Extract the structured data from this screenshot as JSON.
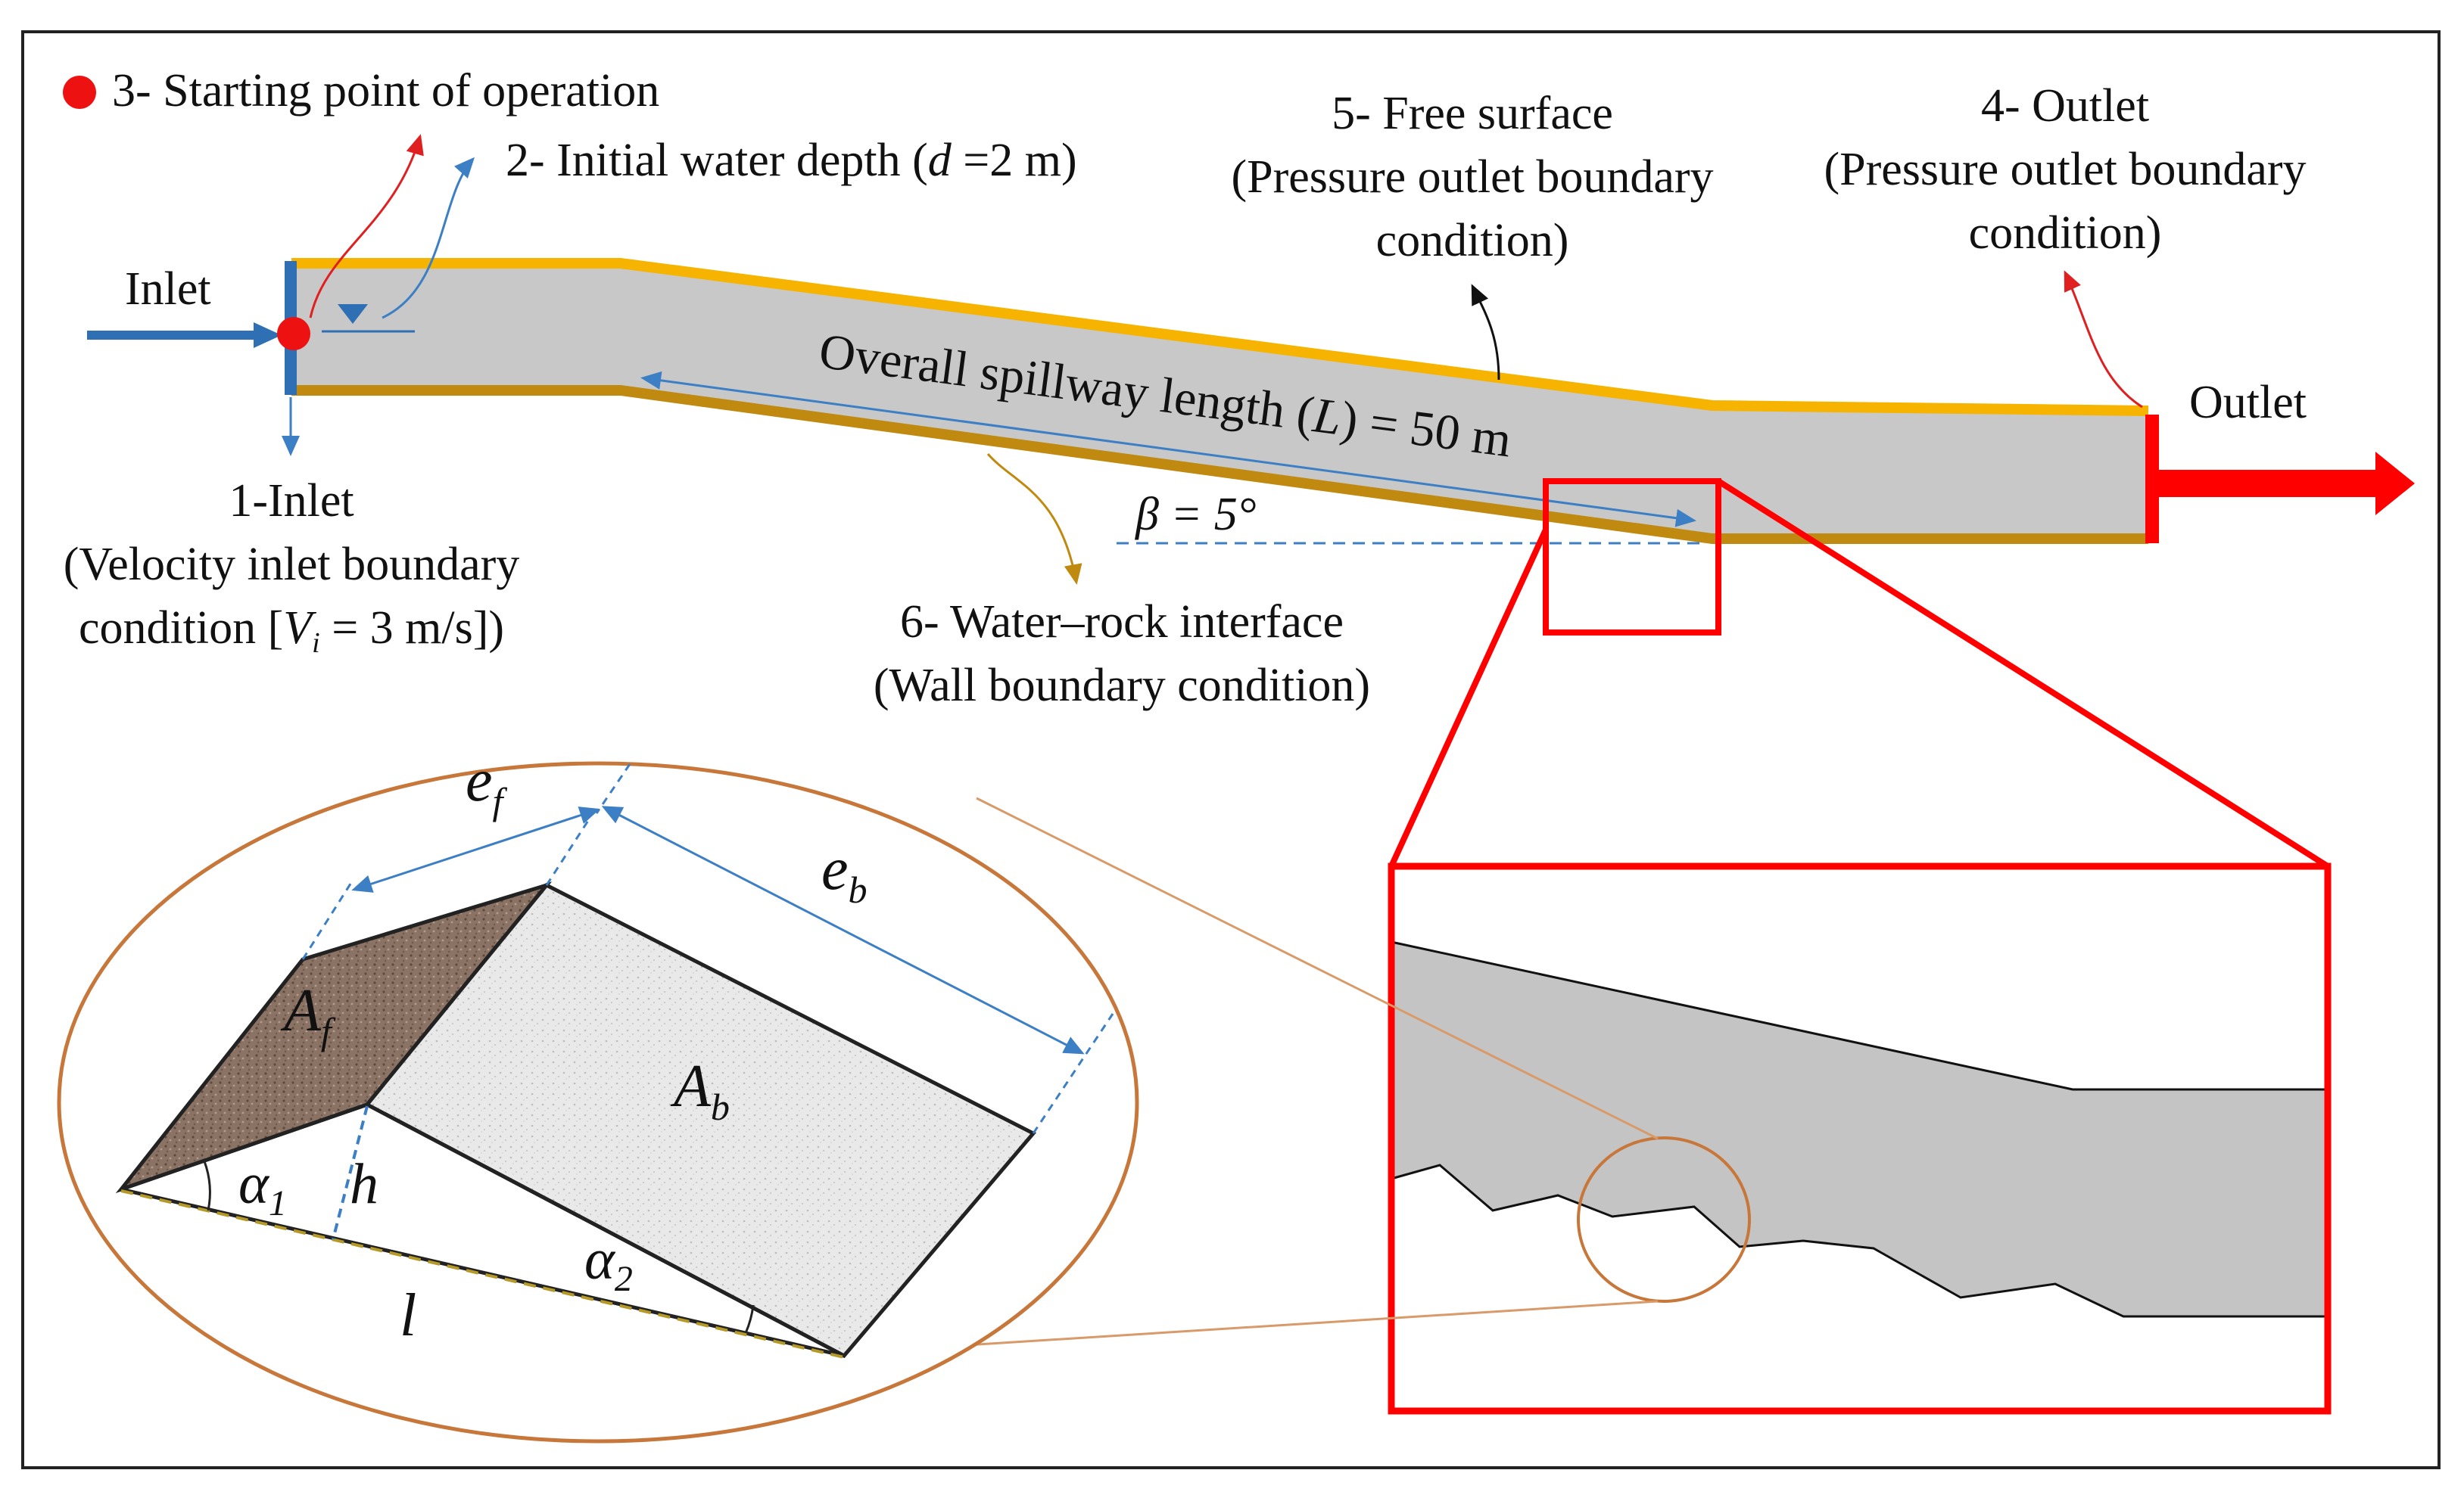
{
  "labels": {
    "starting_point": "3- Starting point of operation",
    "initial_depth_prefix": "2- Initial water depth (",
    "initial_depth_var": "d",
    "initial_depth_suffix": " =2 m)",
    "inlet_left": "Inlet",
    "inlet_title": "1-Inlet",
    "inlet_line1": "(Velocity inlet boundary",
    "inlet_line2_prefix": "condition [",
    "inlet_line2_var": "V",
    "inlet_line2_sub": "i",
    "inlet_line2_suffix": " = 3 m/s])",
    "free_surface_title": "5- Free surface",
    "free_surface_line1": "(Pressure outlet boundary",
    "free_surface_line2": "condition)",
    "outlet_title": "4- Outlet",
    "outlet_line1": "(Pressure outlet boundary",
    "outlet_line2": "condition)",
    "outlet_right": "Outlet",
    "length_prefix": "Overall spillway length (",
    "length_var": "L",
    "length_suffix": ") = 50 m",
    "beta": "β = 5°",
    "interface_title": "6- Water–rock interface",
    "interface_line1": "(Wall boundary condition)"
  },
  "geometry_labels": {
    "ef": "e",
    "ef_sub": "f",
    "eb": "e",
    "eb_sub": "b",
    "af": "A",
    "af_sub": "f",
    "ab": "A",
    "ab_sub": "b",
    "alpha1": "α",
    "alpha1_sub": "1",
    "alpha2": "α",
    "alpha2_sub": "2",
    "h": "h",
    "l": "l"
  },
  "colors": {
    "water": "#c8c8c8",
    "free_surface": "#f6b400",
    "bed": "#c08a10",
    "inlet_blue": "#2f6fb3",
    "outlet_red": "#ff0000",
    "ellipse": "#c8773a",
    "dim_blue": "#3c7fc4"
  }
}
